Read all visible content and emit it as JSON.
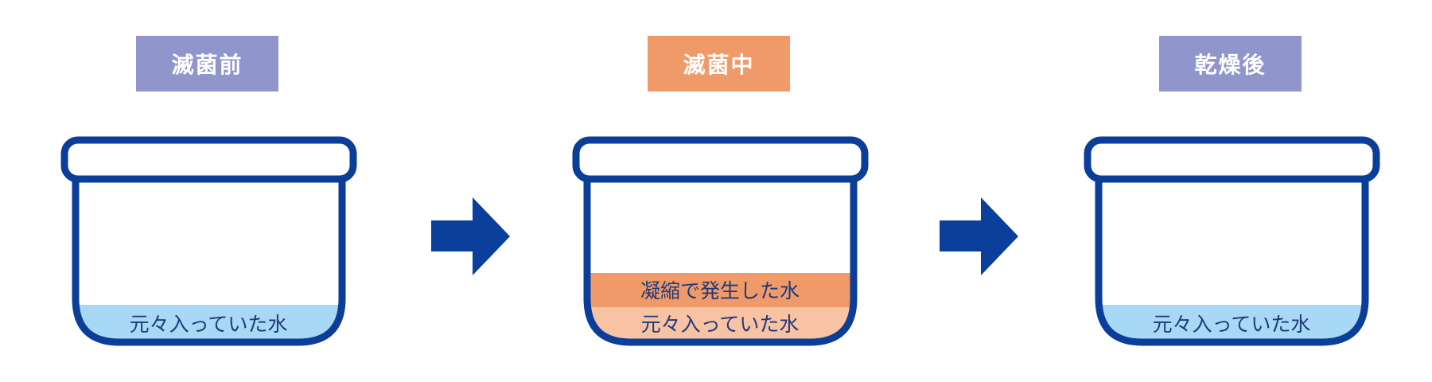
{
  "colors": {
    "outline": "#0b3e98",
    "arrow": "#0a3f9b",
    "label_purple": "#9096cb",
    "label_orange": "#f09a6a",
    "water_blue": "#a7d8f5",
    "condensed_orange": "#f09a6a",
    "original_peach": "#f7c3a3",
    "text_dark": "#1f3a7a"
  },
  "steps": [
    {
      "label": "滅菌前",
      "label_color": "#9096cb",
      "layers": [
        {
          "text": "元々入っていた水",
          "color": "#a7d8f5"
        }
      ]
    },
    {
      "label": "滅菌中",
      "label_color": "#f09a6a",
      "layers": [
        {
          "text": "凝縮で発生した水",
          "color": "#f09a6a"
        },
        {
          "text": "元々入っていた水",
          "color": "#f7c3a3"
        }
      ]
    },
    {
      "label": "乾燥後",
      "label_color": "#9096cb",
      "layers": [
        {
          "text": "元々入っていた水",
          "color": "#a7d8f5"
        }
      ]
    }
  ],
  "arrows": [
    {
      "icon": "right-arrow-icon"
    },
    {
      "icon": "right-arrow-icon"
    }
  ]
}
